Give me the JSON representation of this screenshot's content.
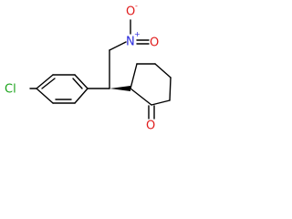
{
  "molecule": {
    "atoms": {
      "chlorine": {
        "symbol": "Cl",
        "color": "#1aa31a"
      },
      "nitro_nitrogen": {
        "symbol": "N",
        "charge": "+",
        "color": "#2b2bdd"
      },
      "nitro_oxygen_top": {
        "symbol": "O",
        "charge": "-",
        "color": "#e01b1b"
      },
      "nitro_oxygen_right": {
        "symbol": "O",
        "color": "#e01b1b"
      },
      "ketone_oxygen": {
        "symbol": "O",
        "color": "#e01b1b"
      }
    },
    "bond_color": "#000000",
    "stereo_bond": "wedge"
  }
}
